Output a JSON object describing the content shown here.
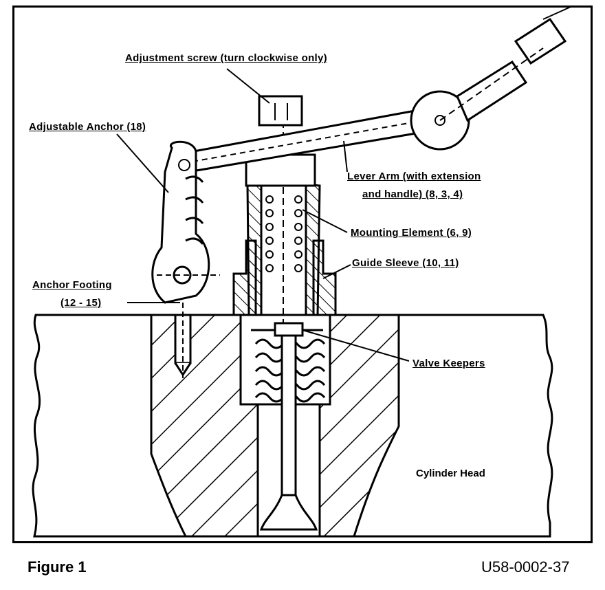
{
  "labels": {
    "adjustment_screw": "Adjustment screw (turn clockwise only)",
    "adjustable_anchor": "Adjustable Anchor (18)",
    "lever_arm_line1": "Lever Arm (with extension",
    "lever_arm_line2": "and handle) (8, 3, 4)",
    "mounting_element": "Mounting Element (6, 9)",
    "guide_sleeve": "Guide Sleeve (10, 11)",
    "anchor_footing_line1": "Anchor Footing",
    "anchor_footing_line2": "(12 - 15)",
    "valve_keepers": "Valve Keepers",
    "cylinder_head": "Cylinder Head"
  },
  "caption": {
    "figure": "Figure 1",
    "doc_id": "U58-0002-37"
  }
}
